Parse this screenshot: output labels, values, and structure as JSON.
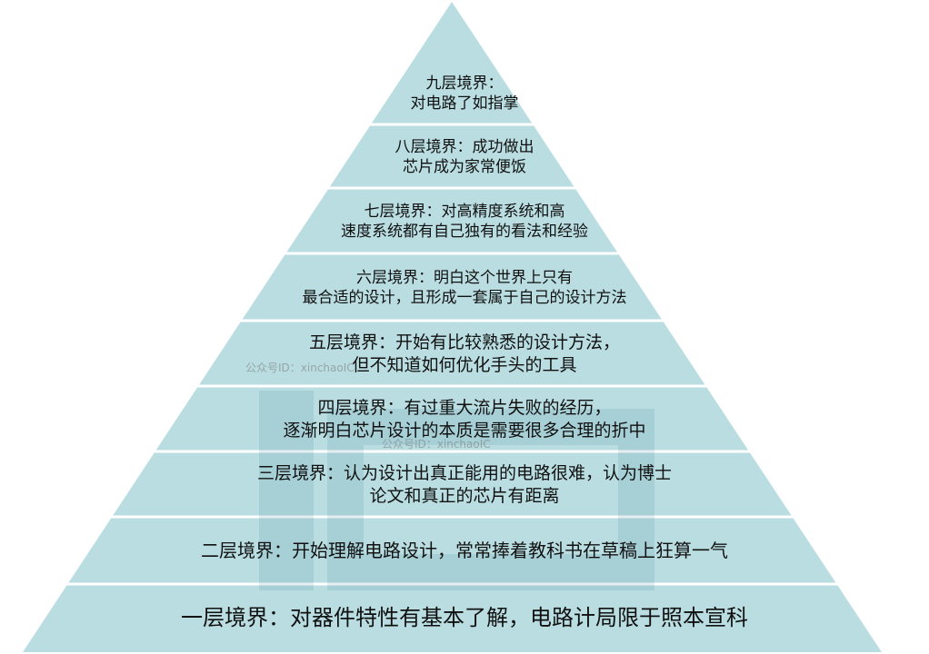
{
  "colors": {
    "fill": "#b9dde1",
    "separator": "#ffffff",
    "text": "#111111"
  },
  "tiers": [
    {
      "lines": [
        "九层境界：",
        "对电路了如指掌"
      ]
    },
    {
      "lines": [
        "八层境界：成功做出",
        "芯片成为家常便饭"
      ]
    },
    {
      "lines": [
        "七层境界：对高精度系统和高",
        "速度系统都有自己独有的看法和经验"
      ]
    },
    {
      "lines": [
        "六层境界：明白这个世界上只有",
        "最合适的设计，且形成一套属于自己的设计方法"
      ]
    },
    {
      "lines": [
        "五层境界：开始有比较熟悉的设计方法，",
        "但不知道如何优化手头的工具"
      ]
    },
    {
      "lines": [
        "四层境界：有过重大流片失败的经历，",
        "逐渐明白芯片设计的本质是需要很多合理的折中"
      ]
    },
    {
      "lines": [
        "三层境界：认为设计出真正能用的电路很难，认为博士",
        "论文和真正的芯片有距离"
      ]
    },
    {
      "lines": [
        "二层境界：开始理解电路设计，常常捧着教科书在草稿上狂算一气"
      ]
    },
    {
      "lines": [
        "一层境界：对器件特性有基本了解，电路计局限于照本宣科"
      ]
    }
  ],
  "watermarks": [
    "公众号ID：xinchaoIC",
    "公众号ID：xinchaoIC"
  ]
}
